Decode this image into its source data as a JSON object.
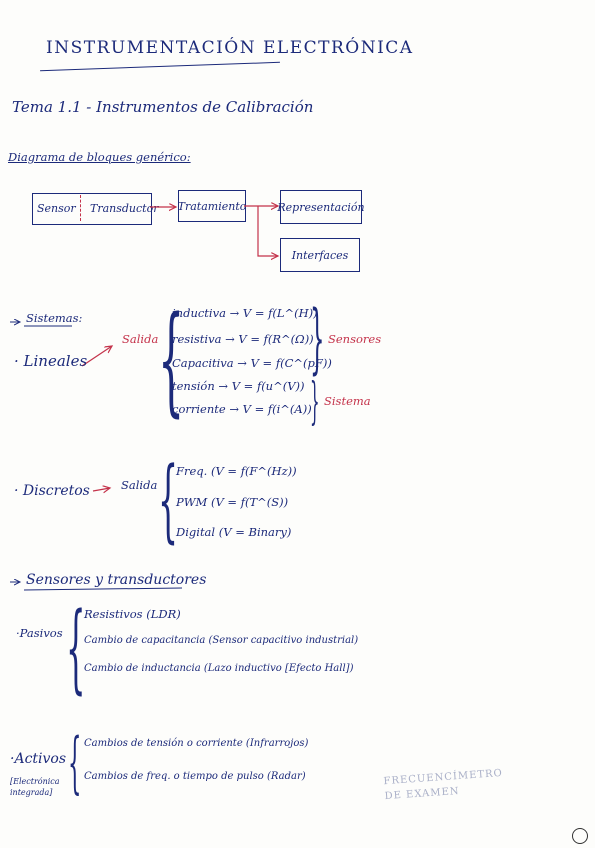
{
  "title": "INSTRUMENTACIÓN ELECTRÓNICA",
  "topic": "Tema 1.1 - Instrumentos de Calibración",
  "diagram": {
    "heading": "Diagrama de bloques genérico:",
    "sensor": "Sensor",
    "transductor": "Transductor",
    "tratamiento": "Tratamiento",
    "representacion": "Representación",
    "interfaces": "Interfaces"
  },
  "systems": {
    "heading": "Sistemas:",
    "lineales": "Lineales",
    "salida": "Salida",
    "items": [
      "inductiva → V = f(L^(H))",
      "resistiva → V = f(R^(Ω))",
      "Capacitiva → V = f(C^(pF))",
      "tensión → V = f(u^(V))",
      "corriente → V = f(i^(A))"
    ],
    "sensores": "Sensores",
    "sistema": "Sistema",
    "discretos": "Discretos",
    "salida2": "Salida",
    "discrete_items": [
      "Freq. (V = f(F^(Hz))",
      "PWM (V = f(T^(S))",
      "Digital (V = Binary)"
    ]
  },
  "sensors": {
    "heading": "Sensores y transductores",
    "pasivos": "Pasivos",
    "pasivos_items": [
      "Resistivos (LDR)",
      "Cambio de capacitancia (Sensor capacitivo industrial)",
      "Cambio de inductancia (Lazo inductivo [Efecto Hall])"
    ],
    "activos": "Activos",
    "activos_note": "[Electrónica integrada]",
    "activos_items": [
      "Cambios de tensión o corriente (Infrarrojos)",
      "Cambios de freq. o tiempo de pulso (Radar)"
    ],
    "side_note": "FRECUENCÍMETRO DE EXAMEN"
  }
}
